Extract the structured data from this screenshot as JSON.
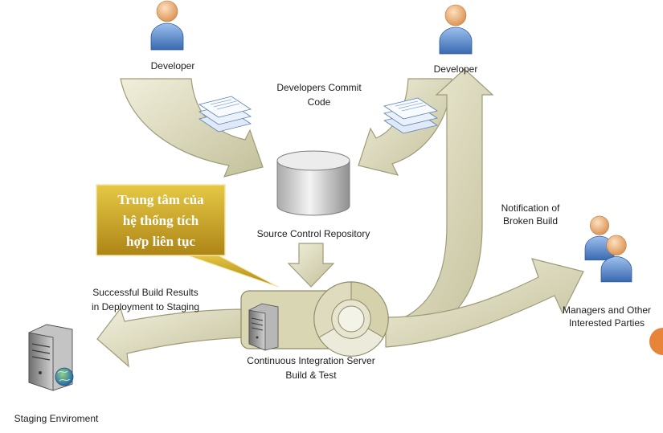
{
  "diagram": {
    "developer_left": {
      "label": "Developer",
      "icon": "developer-icon"
    },
    "developer_right": {
      "label": "Developer",
      "icon": "developer-icon"
    },
    "commit_label": {
      "line1": "Developers Commit",
      "line2": "Code"
    },
    "repository": {
      "label": "Source Control Repository",
      "icon": "database-icon"
    },
    "notification": {
      "line1": "Notification of",
      "line2": "Broken Build"
    },
    "managers": {
      "line1": "Managers and Other",
      "line2": "Interested Parties",
      "icon": "managers-icon"
    },
    "ci_server": {
      "line1": "Continuous Integration Server",
      "line2": "Build & Test",
      "icons": [
        "server-icon",
        "cycle-arrows-icon"
      ]
    },
    "deployment": {
      "line1": "Successful Build Results",
      "line2": "in Deployment to Staging"
    },
    "staging": {
      "label": "Staging Enviroment",
      "icons": [
        "server-icon",
        "globe-icon"
      ]
    },
    "callout": {
      "line1": "Trung tâm của",
      "line2": "hệ thống tích",
      "line3": "hợp liên tục"
    },
    "commit_documents": {
      "icon": "document-stack-icon"
    }
  },
  "colors": {
    "arrow_fill": "#d8d5b0",
    "callout_fill": "#c9a22a",
    "callout_text": "#ffffff",
    "person_body": "#4a7cc4",
    "database": "#c8c8c8",
    "orange_accent": "#e8833a"
  }
}
